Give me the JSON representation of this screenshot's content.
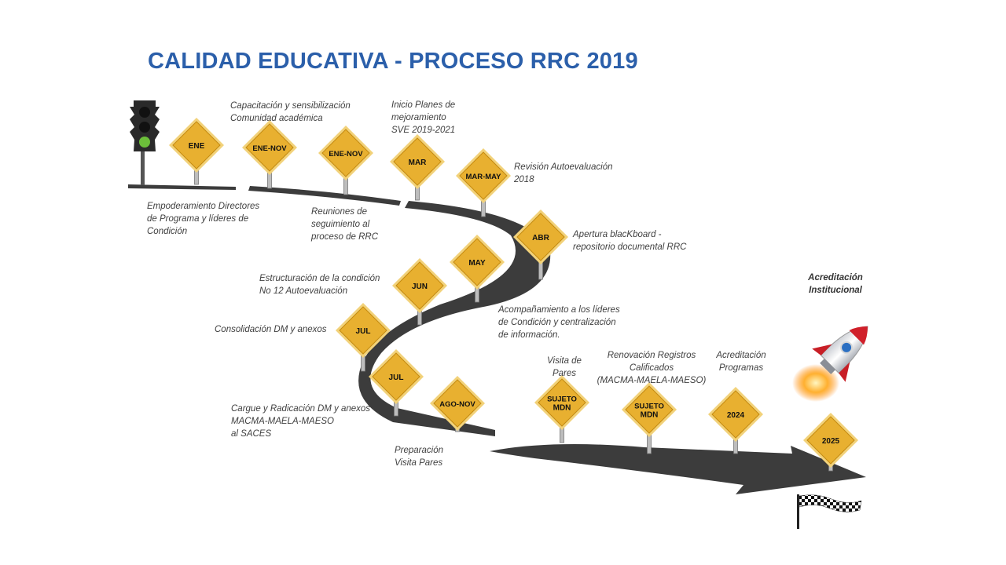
{
  "title": "CALIDAD EDUCATIVA - PROCESO RRC 2019",
  "colors": {
    "title": "#2b5faa",
    "sign_fill": "#e8b030",
    "sign_border": "#f2d27a",
    "road": "#3c3c3c",
    "text": "#404040"
  },
  "signs": [
    {
      "label": "ENE"
    },
    {
      "label": "ENE-NOV"
    },
    {
      "label": "ENE-NOV"
    },
    {
      "label": "MAR"
    },
    {
      "label": "MAR-MAY"
    },
    {
      "label": "ABR"
    },
    {
      "label": "MAY"
    },
    {
      "label": "JUN"
    },
    {
      "label": "JUL"
    },
    {
      "label": "JUL"
    },
    {
      "label": "AGO-NOV"
    },
    {
      "label": "SUJETO\nMDN"
    },
    {
      "label": "SUJETO\nMDN"
    },
    {
      "label": "2024"
    },
    {
      "label": "2025"
    }
  ],
  "notes": [
    {
      "text": "Capacitación y sensibilización\nComunidad académica"
    },
    {
      "text": "Inicio Planes de\nmejoramiento\nSVE 2019-2021"
    },
    {
      "text": "Revisión Autoevaluación\n2018"
    },
    {
      "text": "Empoderamiento  Directores\nde Programa y líderes de\nCondición"
    },
    {
      "text": "Reuniones de\nseguimiento al\nproceso de RRC"
    },
    {
      "text": "Apertura blacKboard -\nrepositorio documental RRC"
    },
    {
      "text": "Estructuración  de la condición\nNo 12 Autoevaluación"
    },
    {
      "text": "Consolidación DM y anexos"
    },
    {
      "text": "Acompañamiento a los líderes\nde Condición y centralización\nde información."
    },
    {
      "text": "Cargue y Radicación  DM y anexos\nMACMA-MAELA-MAESO\nal SACES"
    },
    {
      "text": "Preparación\nVisita Pares"
    },
    {
      "text": "Visita de\nPares"
    },
    {
      "text": "Renovación Registros\nCalificados\n(MACMA-MAELA-MAESO)"
    },
    {
      "text": "Acreditación\nProgramas"
    },
    {
      "text": "Acreditación\nInstitucional"
    }
  ],
  "icons": [
    "traffic-light-icon",
    "rocket-icon",
    "checkered-flag-icon"
  ]
}
